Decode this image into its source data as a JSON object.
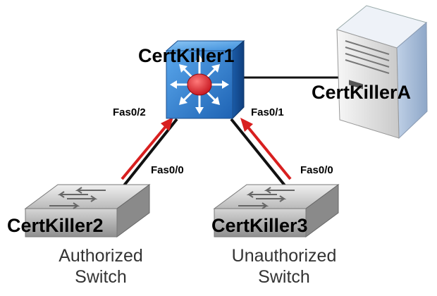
{
  "devices": {
    "core": {
      "name": "CertKiller1",
      "type": "multilayer-switch"
    },
    "server": {
      "name": "CertKillerA",
      "type": "server"
    },
    "left_switch": {
      "name": "CertKiller2",
      "caption_line1": "Authorized",
      "caption_line2": "Switch"
    },
    "right_switch": {
      "name": "CertKiller3",
      "caption_line1": "Unauthorized",
      "caption_line2": "Switch"
    }
  },
  "ports": {
    "core_left": "Fas0/2",
    "core_right": "Fas0/1",
    "left_switch_uplink": "Fas0/0",
    "right_switch_uplink": "Fas0/0"
  },
  "colors": {
    "link": "#111111",
    "arrow": "#d81f1f",
    "core_blue": "#2f7fd1",
    "core_center": "#e0212b"
  }
}
